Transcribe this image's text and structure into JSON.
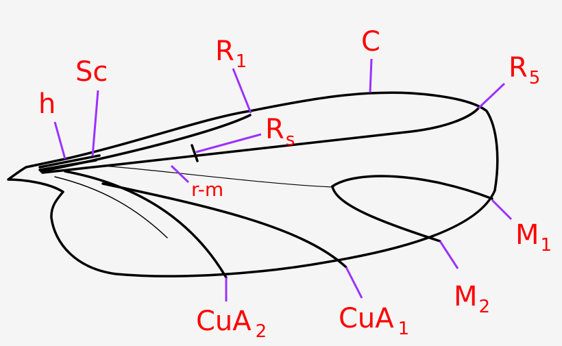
{
  "diagram": {
    "label_color": "#ff0000",
    "leader_color": "#9b30ff",
    "line_color": "#000000",
    "background": "#f5f5f5",
    "labels": {
      "h": "h",
      "sc": "Sc",
      "r1_base": "R",
      "r1_sub": "1",
      "c": "C",
      "r5_base": "R",
      "r5_sub": "5",
      "rs_base": "R",
      "rs_sub": "s",
      "rm": "r-m",
      "m1_base": "M",
      "m1_sub": "1",
      "m2_base": "M",
      "m2_sub": "2",
      "cua1_base": "CuA",
      "cua1_sub": "1",
      "cua2_base": "CuA",
      "cua2_sub": "2"
    }
  }
}
